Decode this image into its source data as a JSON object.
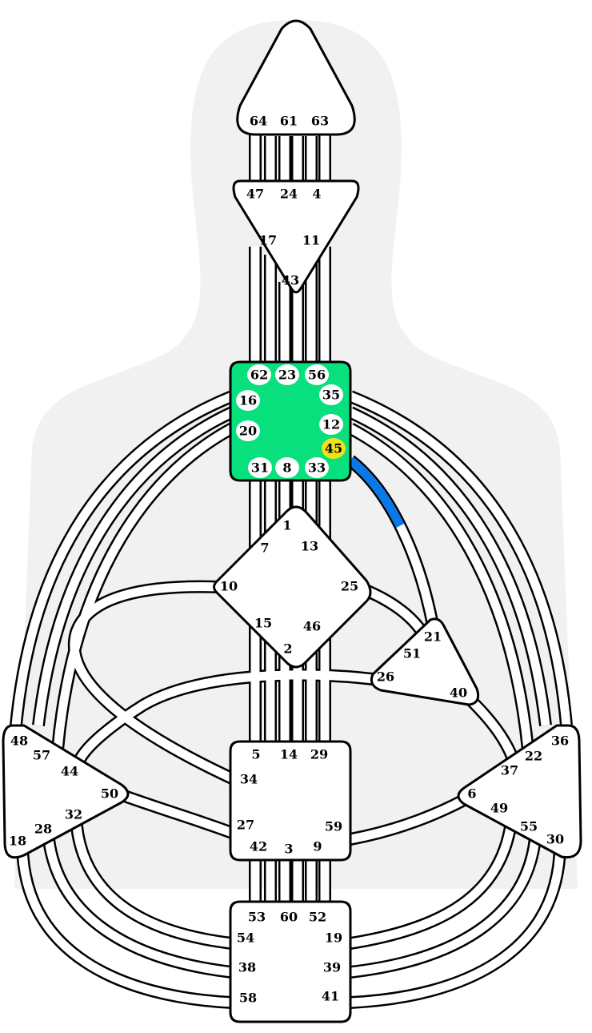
{
  "colors": {
    "background": "#ffffff",
    "silhouette": "#f1f1f1",
    "center_defined": "#07e07d",
    "center_undefined": "#ffffff",
    "gate_active": "#f1e11c",
    "gate_bubble": "#ffffff",
    "channel_activation": "#0a78e8",
    "stroke": "#000000"
  },
  "centers": {
    "head": {
      "gates": [
        "64",
        "61",
        "63"
      ],
      "defined": false
    },
    "ajna": {
      "gates": [
        "47",
        "24",
        "4",
        "17",
        "11",
        "43"
      ],
      "defined": false
    },
    "throat": {
      "gates": [
        "62",
        "23",
        "56",
        "16",
        "35",
        "20",
        "12",
        "45",
        "31",
        "8",
        "33"
      ],
      "defined": true,
      "active_gate": "45"
    },
    "g": {
      "gates": [
        "1",
        "7",
        "13",
        "10",
        "25",
        "15",
        "46",
        "2"
      ],
      "defined": false
    },
    "heart": {
      "gates": [
        "21",
        "51",
        "26",
        "40"
      ],
      "defined": false
    },
    "spleen": {
      "gates": [
        "48",
        "57",
        "44",
        "50",
        "32",
        "28",
        "18"
      ],
      "defined": false
    },
    "solar_plexus": {
      "gates": [
        "36",
        "22",
        "37",
        "6",
        "49",
        "55",
        "30"
      ],
      "defined": false
    },
    "sacral": {
      "gates": [
        "5",
        "14",
        "29",
        "34",
        "27",
        "59",
        "42",
        "3",
        "9"
      ],
      "defined": false
    },
    "root": {
      "gates": [
        "53",
        "60",
        "52",
        "54",
        "19",
        "38",
        "39",
        "58",
        "41"
      ],
      "defined": false
    }
  },
  "channel_activation": {
    "channel": "21-45",
    "from_gate": "45",
    "to_gate": "21",
    "fraction_active": 0.45
  }
}
